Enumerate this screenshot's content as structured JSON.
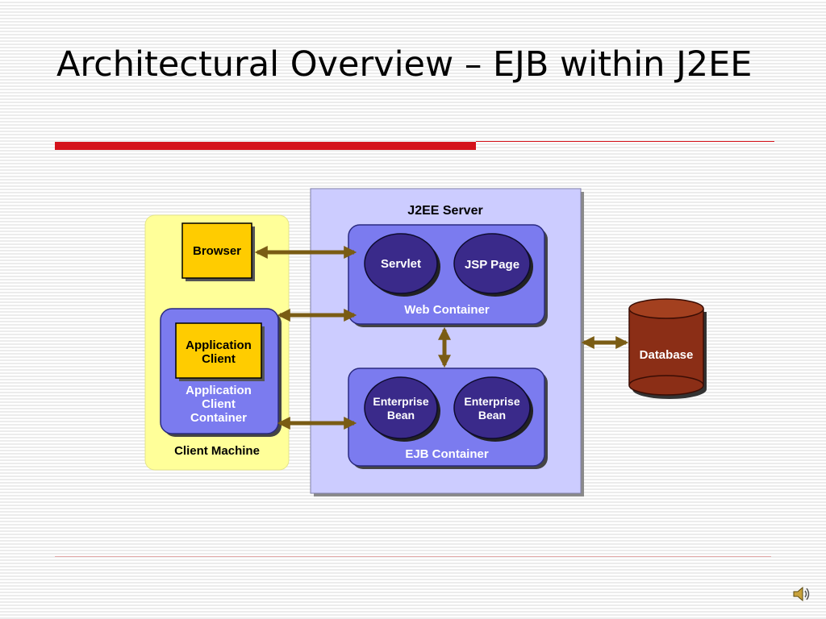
{
  "slide": {
    "title": "Architectural Overview – EJB within J2EE"
  },
  "diagram": {
    "server_title": "J2EE Server",
    "client_machine_label": "Client Machine",
    "browser_label": "Browser",
    "app_client_line1": "Application",
    "app_client_line2": "Client",
    "app_client_container_line1": "Application",
    "app_client_container_line2": "Client",
    "app_client_container_line3": "Container",
    "web_container_label": "Web Container",
    "servlet_label": "Servlet",
    "jsp_label": "JSP Page",
    "ejb_container_label": "EJB Container",
    "bean1_line1": "Enterprise",
    "bean1_line2": "Bean",
    "bean2_line1": "Enterprise",
    "bean2_line2": "Bean",
    "database_label": "Database"
  },
  "colors": {
    "accent_red": "#d4121b",
    "client_machine_bg": "#ffff99",
    "server_bg": "#ccccff",
    "container_bg": "#7b7bef",
    "component_bg": "#3a2a8a",
    "box_yellow": "#ffcc00",
    "arrow": "#7a5c14",
    "database": "#8b2e16"
  },
  "icons": {
    "speaker": "speaker-icon"
  }
}
